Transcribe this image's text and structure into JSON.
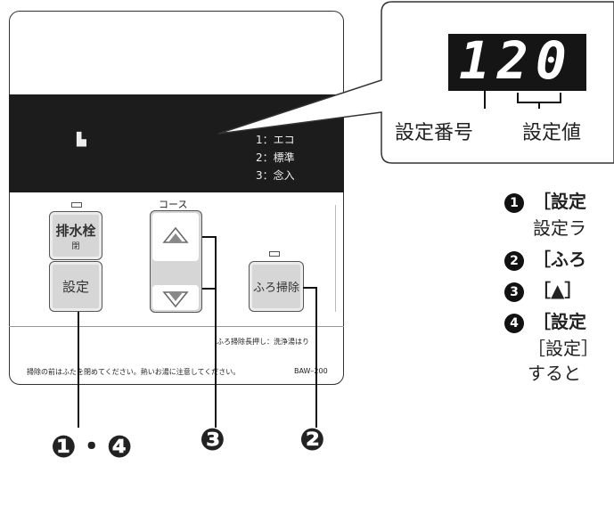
{
  "panel": {
    "lcd_icon": "▙",
    "modes": [
      "1：エコ",
      "2：標準",
      "3：念入"
    ],
    "course_label": "コース",
    "drain_label": "排水栓",
    "drain_sub": "閉",
    "set_label": "設定",
    "bath_clean_label": "ふろ掃除",
    "long_press_note": "ふろ掃除長押し：洗浄湯はり",
    "bottom_note": "掃除の前はふたを閉めてください。熱いお湯に注意してください。",
    "model": "BAW–200"
  },
  "callout": {
    "display_value": "120",
    "label_number": "設定番号",
    "label_value": "設定値"
  },
  "markers": {
    "m14": "❶・❹",
    "m3": "❸",
    "m2": "❷"
  },
  "steps": [
    {
      "num": "1",
      "title": "［設定",
      "body": "設定ラ"
    },
    {
      "num": "2",
      "title": "［ふろ",
      "body": ""
    },
    {
      "num": "3",
      "title": "［▲］",
      "body": ""
    },
    {
      "num": "4",
      "title": "［設定",
      "body": "［設定］"
    },
    {
      "num": "",
      "title": "",
      "body": "すると"
    }
  ],
  "colors": {
    "lcd": "#1c1c1c",
    "button": "#d6d6d6",
    "ink": "#111111"
  }
}
